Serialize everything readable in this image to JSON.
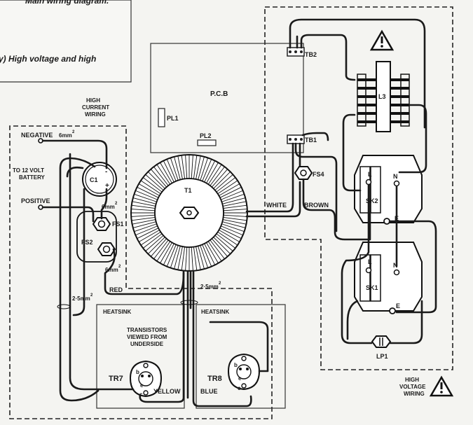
{
  "caption": {
    "line1": "Main wiring diagram.",
    "line2": "y) High voltage and high"
  },
  "components": {
    "pcb": "P.C.B",
    "pl1": "PL1",
    "pl2": "PL2",
    "tb1": "TB1",
    "tb2": "TB2",
    "l3": "L3",
    "t1": "T1",
    "c1": "C1",
    "fs1": "FS1",
    "fs2": "FS2",
    "fs4": "FS4",
    "sk1": "SK1",
    "sk2": "SK2",
    "lp1": "LP1",
    "tr7": "TR7",
    "tr8": "TR8"
  },
  "pins": {
    "l": "L",
    "n": "N",
    "e": "E",
    "b": "b",
    "c": "c",
    "e_small": "e",
    "minus": "-",
    "plus": "+"
  },
  "labels": {
    "negative": "NEGATIVE",
    "positive": "POSITIVE",
    "battery1": "TO 12 VOLT",
    "battery2": "BATTERY",
    "high_current1": "HIGH",
    "high_current2": "CURRENT",
    "high_current3": "WIRING",
    "high_voltage1": "HIGH",
    "high_voltage2": "VOLTAGE",
    "high_voltage3": "WIRING",
    "heatsink": "HEATSINK",
    "transistors1": "TRANSISTORS",
    "transistors2": "VIEWED FROM",
    "transistors3": "UNDERSIDE"
  },
  "wires": {
    "white": "WHITE",
    "brown": "BROWN",
    "red": "RED",
    "yellow": "YELLOW",
    "blue": "BLUE"
  },
  "gauges": {
    "g6": "6mm",
    "g25": "2·5mm",
    "sq": "2"
  }
}
